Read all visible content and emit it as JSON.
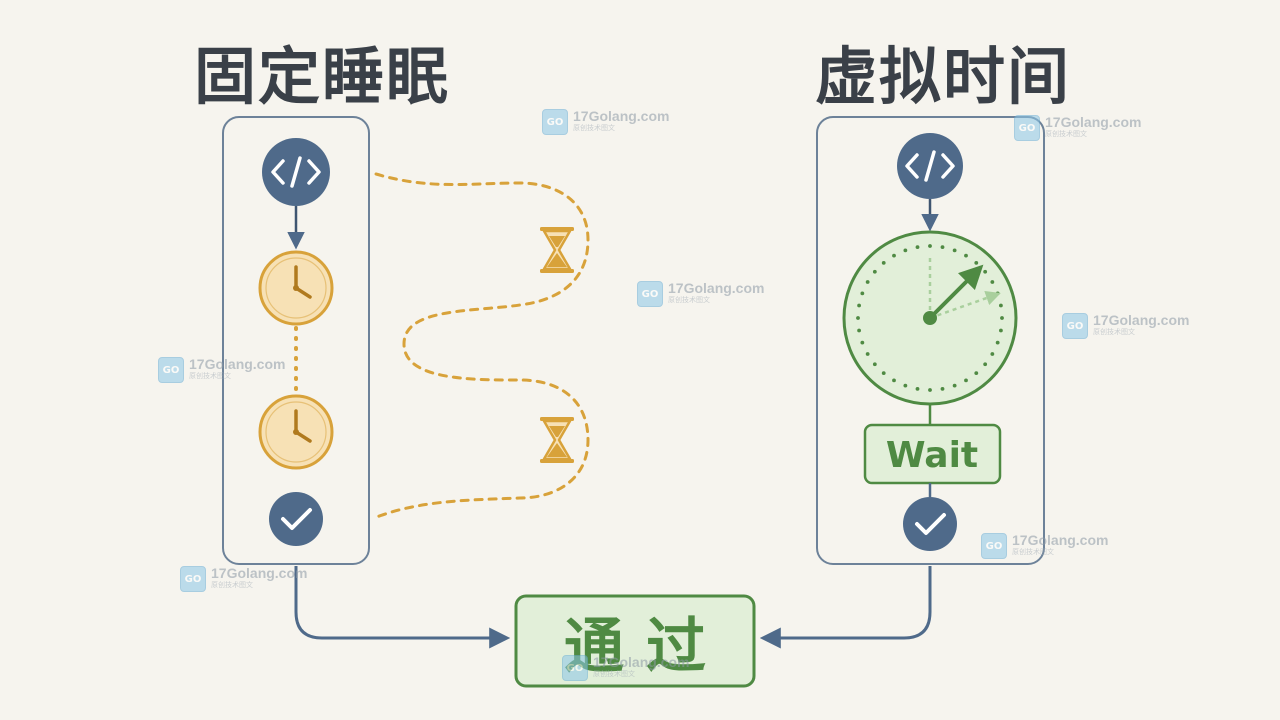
{
  "titles": {
    "left": "固定睡眠",
    "right": "虚拟时间"
  },
  "wait_label": "Wait",
  "result_label": "通过",
  "watermark": {
    "domain": "17Golang.com",
    "tagline": "原创技术图文"
  },
  "icons": {
    "left_column": [
      "code-icon",
      "clock-icon",
      "clock-icon",
      "check-icon"
    ],
    "left_path": [
      "hourglass-icon",
      "hourglass-icon"
    ],
    "right_column": [
      "code-icon",
      "virtual-clock-icon",
      "check-icon"
    ]
  },
  "colors": {
    "background": "#f6f4ee",
    "title": "#3a4048",
    "navy": "#4f6a8a",
    "amber": "#d8a23a",
    "amber_fill": "#f7e1b5",
    "green": "#4f8a43",
    "green_fill": "#e2efd9",
    "panel_border": "#6d8299"
  }
}
